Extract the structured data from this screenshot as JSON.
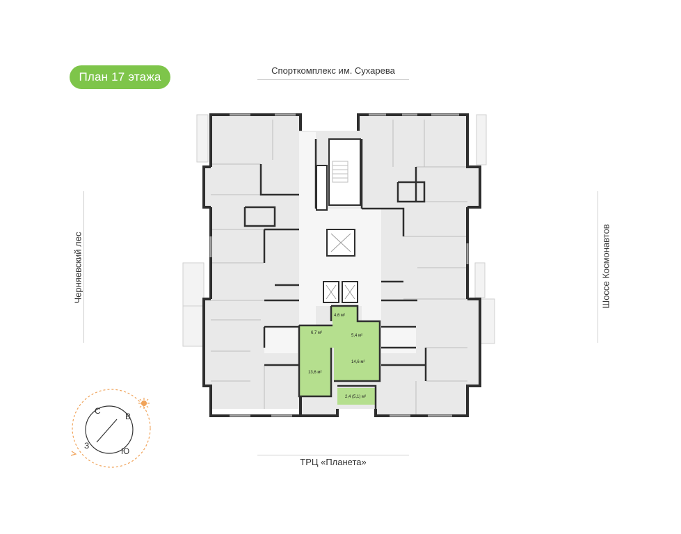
{
  "header": {
    "floor_badge": "План 17 этажа"
  },
  "streets": {
    "top": "Спорткомплекс им. Сухарева",
    "bottom": "ТРЦ «Планета»",
    "left": "Черняевский лес",
    "right": "Шоссе Космонавтов"
  },
  "apartment": {
    "rooms": [
      {
        "label": "4,6 м²"
      },
      {
        "label": "6,7 м²"
      },
      {
        "label": "5,4 м²"
      },
      {
        "label": "13,6 м²"
      },
      {
        "label": "14,6 м²"
      },
      {
        "label": "2,4 (5,1) м²"
      }
    ],
    "highlight_color": "#b5df8e"
  },
  "compass": {
    "north": "С",
    "east": "В",
    "south": "Ю",
    "west": "З",
    "accent_color": "#f0a35a"
  },
  "colors": {
    "badge": "#7ec54a",
    "room_fill": "#e9e9e9",
    "wall": "#2e2e2e"
  }
}
